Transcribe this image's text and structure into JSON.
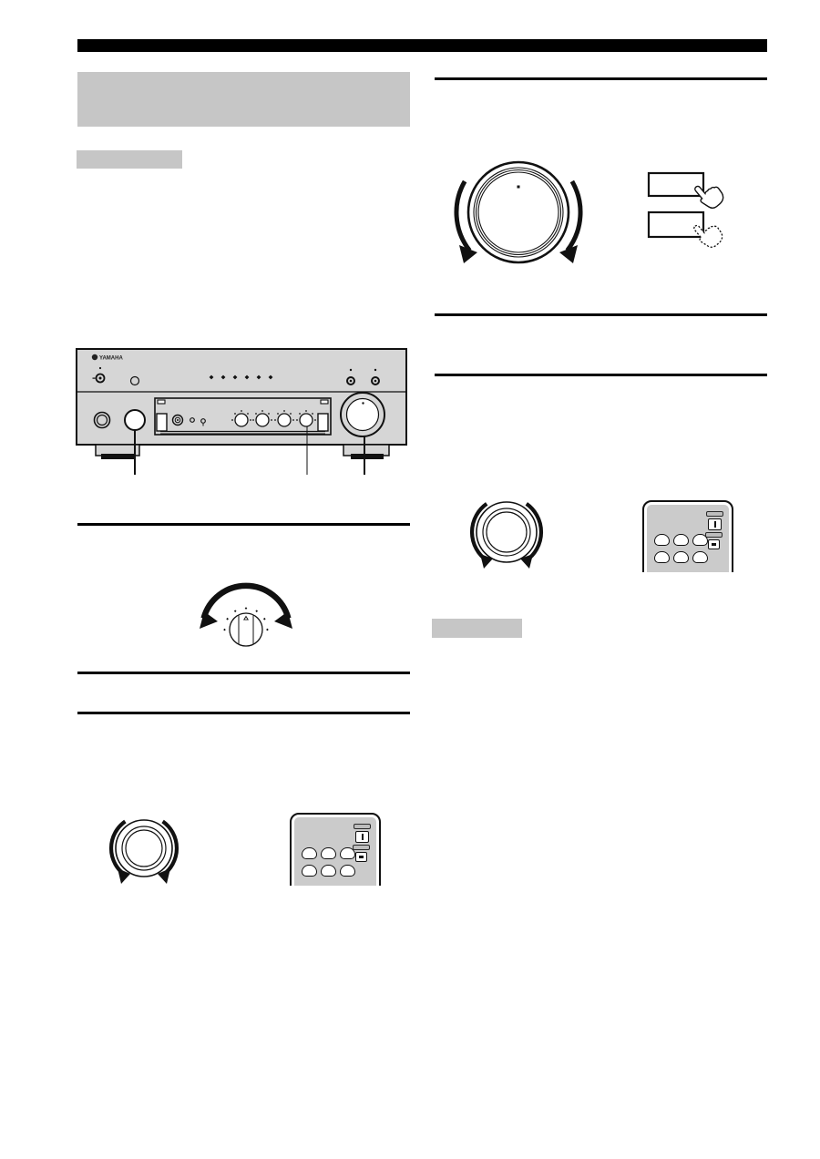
{
  "document": {
    "kind": "av-receiver-manual-page",
    "background": "#ffffff",
    "text_visible": false
  },
  "colors": {
    "header_bar": "#000000",
    "section_box_gray": "#c6c6c6",
    "device_body_gray": "#d6d6d6",
    "remote_body_gray": "#cbcbcb",
    "line_color": "#111111",
    "button_face": "#ffffff"
  },
  "receiver": {
    "brand_label": "YAMAHA",
    "display_dot_count": 6,
    "panel_knob_count": 4,
    "callout_count": 3
  },
  "remote": {
    "round_button_rows": 2,
    "round_button_cols": 3,
    "side_button_count": 2
  },
  "figures": {
    "volume_knob_with_buttons": "large rotary knob with two blank buttons and pressing hands",
    "selector_knob": "selector knob with sweep arrow",
    "small_knob_with_remote": "rotary knob beside remote control"
  }
}
